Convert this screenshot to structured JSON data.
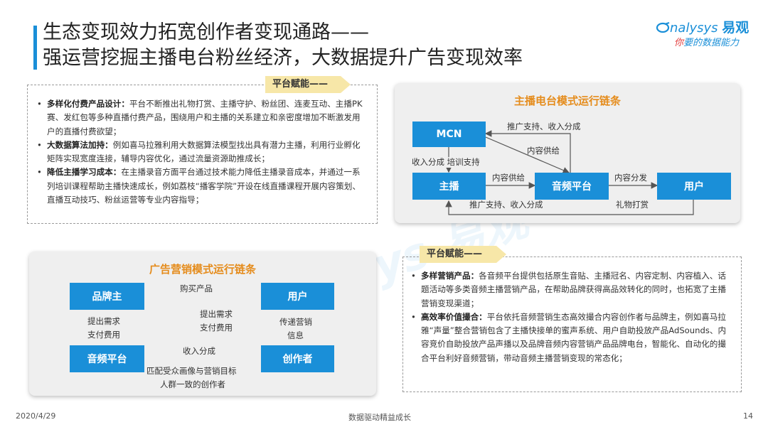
{
  "header": {
    "title_line1": "生态变现效力拓宽创作者变现通路——",
    "title_line2": "强运营挖掘主播电台粉丝经济，大数据提升广告变现效率"
  },
  "logo": {
    "brand": "nalysys",
    "brand_cn": "易观",
    "slogan_prefix": "你",
    "slogan_rest": "要的数据能力"
  },
  "watermark": "nalysys 易观",
  "top_left": {
    "tag": "平台赋能——",
    "items": [
      {
        "bold": "多样化付费产品设计：",
        "text": "平台不断推出礼物打赏、主播守护、粉丝团、连麦互动、主播PK赛、发红包等多种直播付费产品，围绕用户和主播的关系建立和亲密度增加不断激发用户的直播付费欲望；"
      },
      {
        "bold": "大数据算法加持：",
        "text": "例如喜马拉雅利用大数据算法模型找出具有潜力主播，利用行业孵化矩阵实现宽度连接，辅导内容优化，通过流量资源助推成长；"
      },
      {
        "bold": "降低主播学习成本：",
        "text": "在主播录音方面平台通过技术能力降低主播录音成本，并通过一系列培训课程帮助主播快速成长，例如荔枝“播客学院”开设在线直播课程开展内容策划、直播互动技巧、粉丝运营等专业内容指导；"
      }
    ]
  },
  "anchor_chain": {
    "title": "主播电台模式运行链条",
    "nodes": {
      "mcn": "MCN",
      "anchor": "主播",
      "platform": "音频平台",
      "user": "用户"
    },
    "labels": {
      "promo_top": "推广支持、收入分成",
      "content_supply_diag": "内容供给",
      "income_training": "收入分成 培训支持",
      "content_supply": "内容供给",
      "content_dist": "内容分发",
      "promo_bottom": "推广支持、收入分成",
      "gift_tip": "礼物打赏"
    }
  },
  "ad_chain": {
    "title": "广告营销模式运行链条",
    "nodes": {
      "brand": "品牌主",
      "user": "用户",
      "platform": "音频平台",
      "creator": "创作者"
    },
    "labels": {
      "buy": "购买产品",
      "demand_pay_left_1": "提出需求",
      "demand_pay_left_2": "支付费用",
      "demand_pay_mid_1": "提出需求",
      "demand_pay_mid_2": "支付费用",
      "deliver_1": "传递营销",
      "deliver_2": "信息",
      "income": "收入分成",
      "match_1": "匹配受众画像与营销目标",
      "match_2": "人群一致的创作者"
    }
  },
  "bottom_right": {
    "tag": "平台赋能——",
    "items": [
      {
        "bold": "多样营销产品：",
        "text": "各音频平台提供包括原生音贴、主播冠名、内容定制、内容植入、话题活动等多类音频主播营销产品，在帮助品牌获得高品效转化的同时，也拓宽了主播营销变现渠道；"
      },
      {
        "bold": "高效率价值撮合：",
        "text": "平台依托音频营销生态高效撮合内容创作者与品牌主，例如喜马拉雅“声量”整合营销包含了主播快接单的蜜声系统、用户自助投放产品AdSounds、内容竞价自助投放产品声播以及品牌音频内容营销产品品牌电台，智能化、自动化的撮合平台利好音频营销，带动音频主播营销变现的常态化；"
      }
    ]
  },
  "footer": {
    "date": "2020/4/29",
    "center": "数据驱动精益成长",
    "page": "14"
  },
  "colors": {
    "accent": "#1a8fd8",
    "orange_title": "#e58c1c",
    "tag_bg": "#f7e7a8",
    "panel_bg": "#efefef"
  }
}
